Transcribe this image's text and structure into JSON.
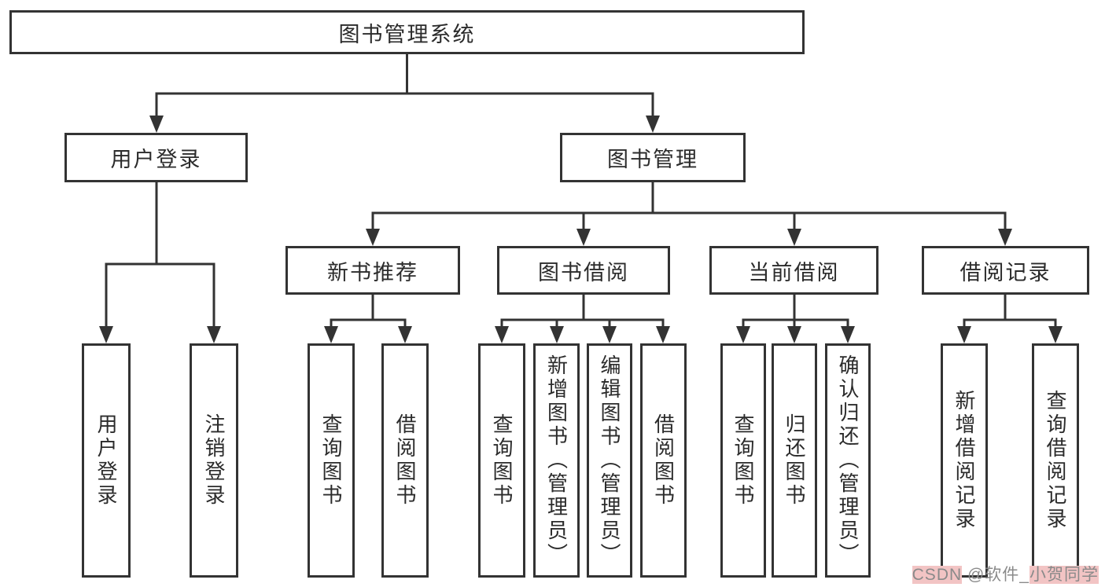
{
  "diagram": {
    "title": "图书管理系统",
    "root": {
      "label": "图书管理系统"
    },
    "branches": [
      {
        "label": "用户登录",
        "children": [
          "用户登录",
          "注销登录"
        ]
      },
      {
        "label": "图书管理",
        "children": [
          {
            "label": "新书推荐",
            "children": [
              "查询图书",
              "借阅图书"
            ]
          },
          {
            "label": "图书借阅",
            "children": [
              "查询图书",
              "新增图书（管理员）",
              "编辑图书（管理员）",
              "借阅图书"
            ]
          },
          {
            "label": "当前借阅",
            "children": [
              "查询图书",
              "归还图书",
              "确认归还（管理员）"
            ]
          },
          {
            "label": "借阅记录",
            "children": [
              "新增借阅记录",
              "查询借阅记录"
            ]
          }
        ]
      }
    ]
  },
  "watermark": {
    "segments": [
      {
        "text": "CSDN",
        "highlighted": true
      },
      {
        "text": " @软件_",
        "highlighted": false
      },
      {
        "text": "小贺同学",
        "highlighted": true
      }
    ]
  },
  "colors": {
    "line": "#333333",
    "box_border": "#333333",
    "box_fill": "#ffffff",
    "text": "#2b2b2b",
    "watermark_text": "#8a8a8a",
    "watermark_highlight": "#f2c4c4",
    "background": "#ffffff"
  }
}
